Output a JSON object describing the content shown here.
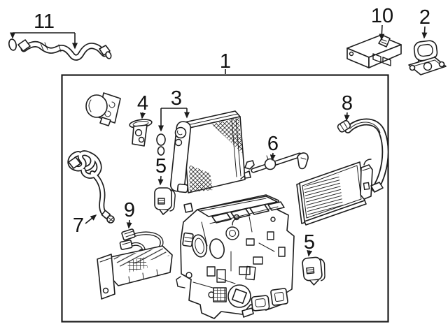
{
  "colors": {
    "background": "#ffffff",
    "line": "#1c1c1c",
    "label": "#111111"
  },
  "callouts": {
    "part1": "1",
    "part2": "2",
    "part3": "3",
    "part4": "4",
    "part5_upper": "5",
    "part5_lower": "5",
    "part6": "6",
    "part7": "7",
    "part8": "8",
    "part9": "9",
    "part10": "10",
    "part11": "11"
  }
}
